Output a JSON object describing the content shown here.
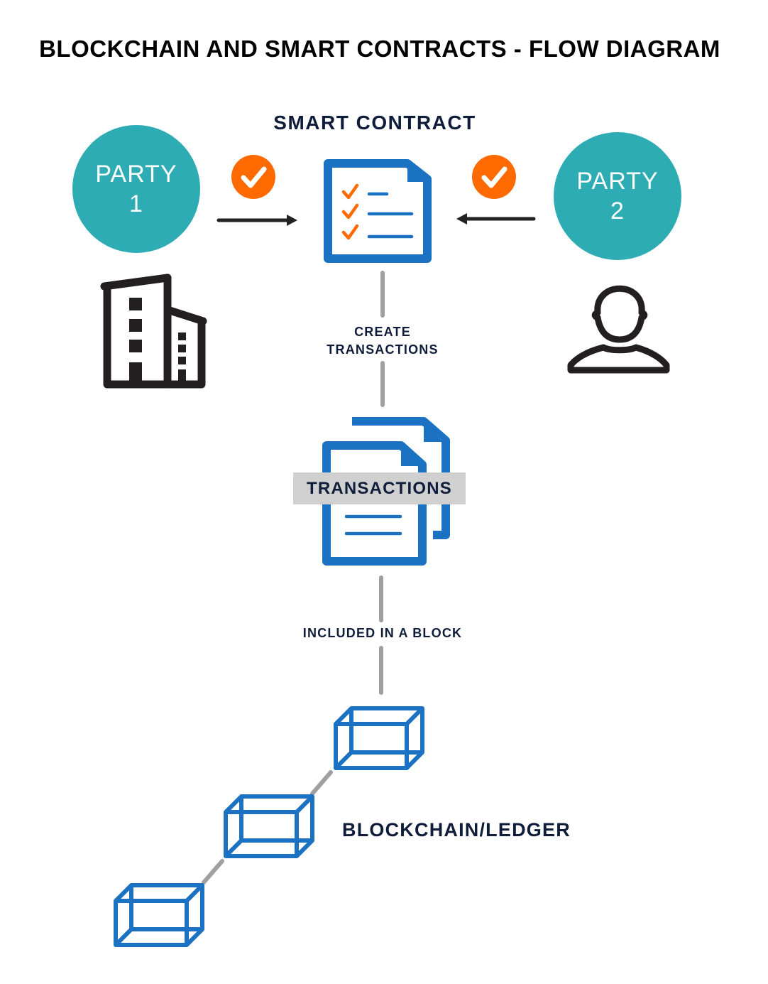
{
  "title": "BLOCKCHAIN AND SMART CONTRACTS - FLOW DIAGRAM",
  "smart_contract": {
    "label": "SMART CONTRACT",
    "icon": "checklist-document-icon",
    "checklist_items": 3
  },
  "parties": [
    {
      "line1": "PARTY",
      "line2": "1",
      "icon": "building-icon",
      "approval_icon": "checkmark-circle-icon",
      "arrow": "right"
    },
    {
      "line1": "PARTY",
      "line2": "2",
      "icon": "person-icon",
      "approval_icon": "checkmark-circle-icon",
      "arrow": "left"
    }
  ],
  "steps": {
    "create": {
      "line1": "CREATE",
      "line2": "TRANSACTIONS"
    },
    "transactions": {
      "label": "TRANSACTIONS",
      "icon": "stacked-documents-icon"
    },
    "included": {
      "label": "INCLUDED IN A BLOCK"
    },
    "ledger": {
      "label": "BLOCKCHAIN/LEDGER",
      "blocks": 3,
      "icon": "block-cube-icon"
    }
  },
  "colors": {
    "party_fill": "#2eacb3",
    "check_fill": "#ff6a00",
    "doc_blue": "#1b72c2",
    "connector_gray": "#a0a0a0",
    "label_navy": "#0f1d3a",
    "band_gray": "#d0d0d0"
  }
}
